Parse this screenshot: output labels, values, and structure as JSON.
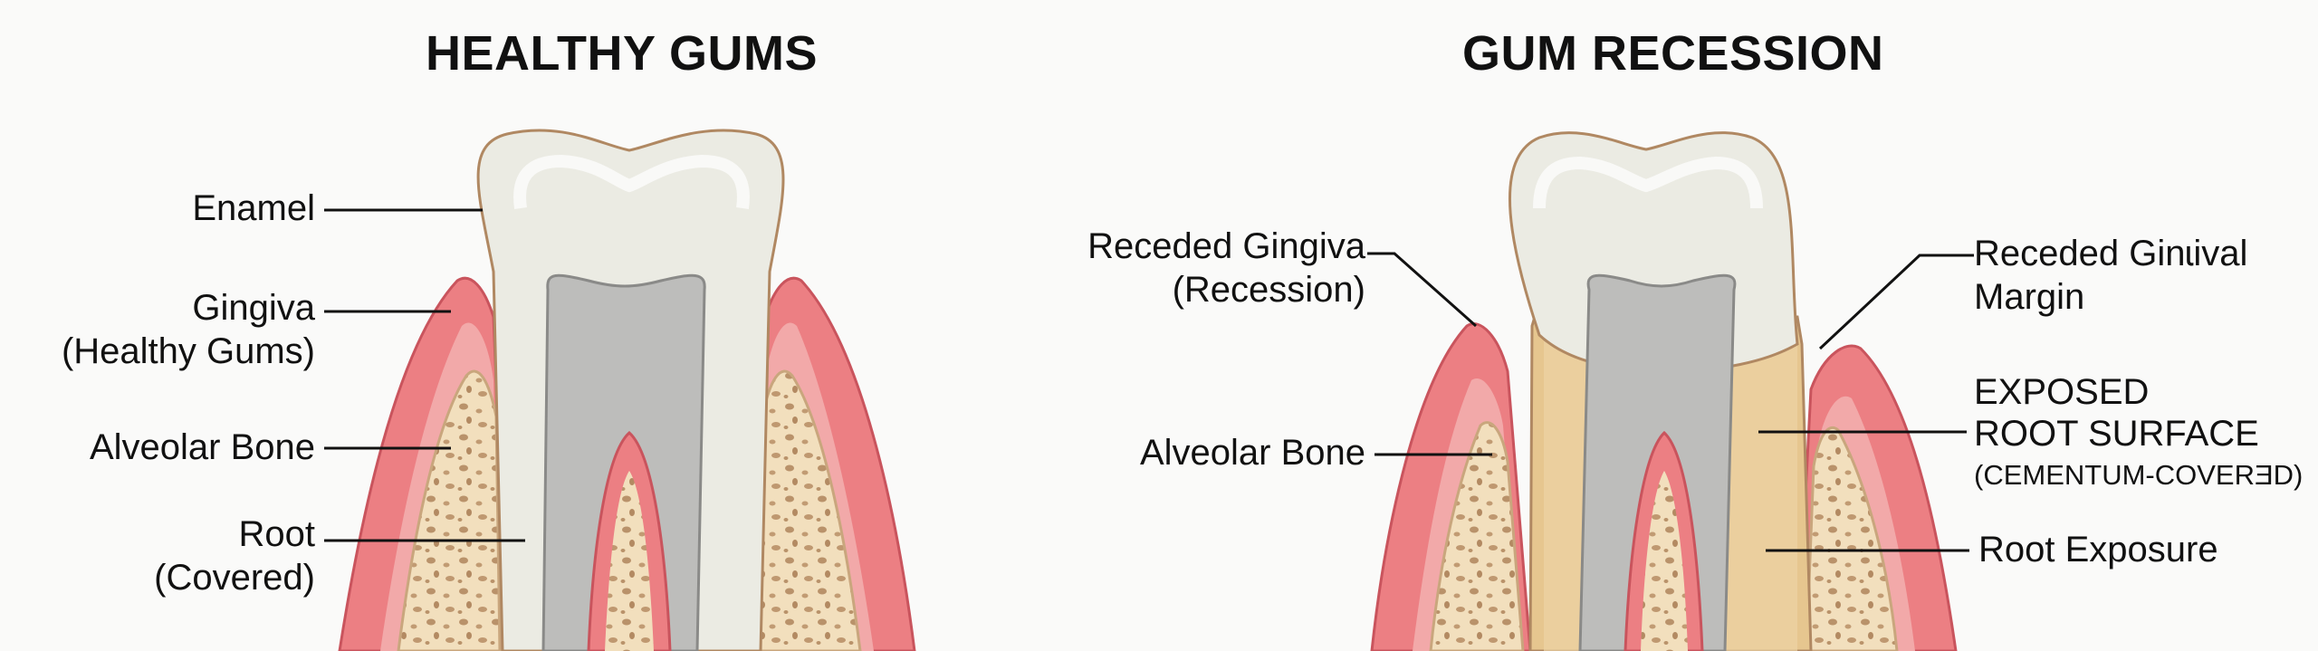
{
  "left_panel": {
    "title": "HEALTHY GUMS",
    "labels": {
      "enamel": "Enamel",
      "gingiva_line1": "Gingiva",
      "gingiva_line2": "(Healthy Gums)",
      "bone": "Alveolar Bone",
      "root_line1": "Root",
      "root_line2": "(Covered)"
    }
  },
  "right_panel": {
    "title": "GUM RECESSION",
    "labels": {
      "receded_line1": "Receded Gingiva",
      "receded_line2": "(Recession)",
      "bone": "Alveolar Bone",
      "margin_line1": "Receded Ginɩival",
      "margin_line2": "Margin",
      "exposed_line1": "EXPOSED",
      "exposed_line2": "ROOT SURFACE",
      "exposed_line3": "(CEMENTUM-COVERƎD)",
      "root_exposure": "Root Exposure"
    }
  },
  "colors": {
    "gum": "#ec7f83",
    "gum_light": "#f2a9a9",
    "bone": "#f2dfbd",
    "bone_dots": "#b9926a",
    "enamel": "#ebebe3",
    "pulp": "#bdbdbb",
    "cementum": "#e6c68f",
    "outline": "#b08862"
  }
}
